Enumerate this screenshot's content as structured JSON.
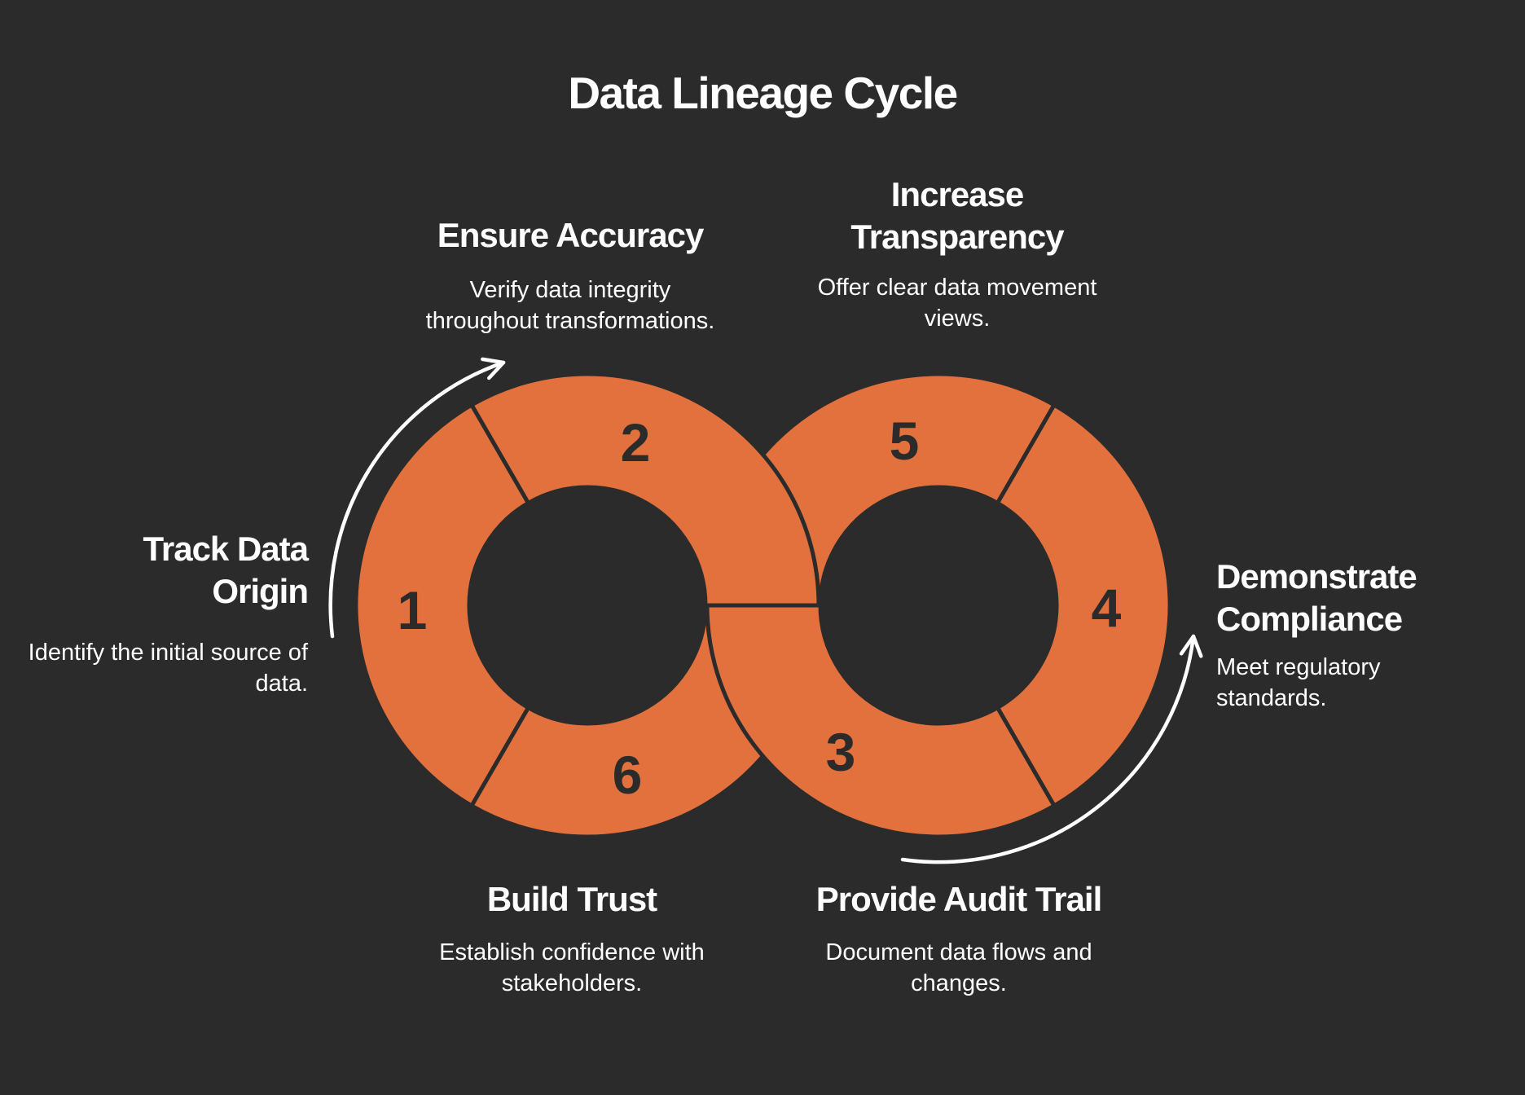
{
  "title": "Data Lineage Cycle",
  "colors": {
    "background": "#2B2B2B",
    "ring_orange": "#E2713D",
    "number_dark": "#2B2B2B",
    "text_white": "#FFFFFF",
    "arrow_white": "#FFFFFF"
  },
  "diagram": {
    "type": "infinity-loop-cycle",
    "ring_count": 2,
    "segments_per_ring": 3
  },
  "steps": [
    {
      "number": "1",
      "label": "Track Data Origin",
      "description": "Identify the initial source of data."
    },
    {
      "number": "2",
      "label": "Ensure Accuracy",
      "description": "Verify data integrity throughout transformations."
    },
    {
      "number": "3",
      "label": "Provide Audit Trail",
      "description": "Document data flows and changes."
    },
    {
      "number": "4",
      "label": "Demonstrate Compliance",
      "description": "Meet regulatory standards."
    },
    {
      "number": "5",
      "label": "Increase Transparency",
      "description": "Offer clear data movement views."
    },
    {
      "number": "6",
      "label": "Build Trust",
      "description": "Establish confidence with stakeholders."
    }
  ]
}
